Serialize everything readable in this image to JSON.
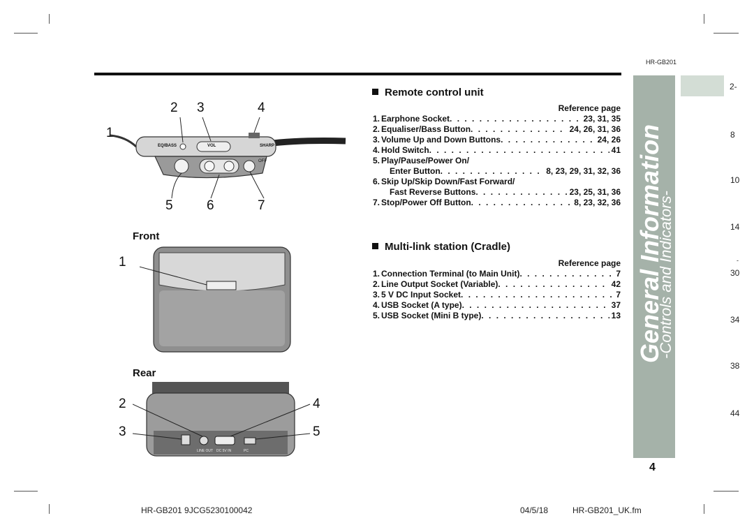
{
  "header": {
    "model": "HR-GB201"
  },
  "remote_section": {
    "title": "Remote control unit",
    "ref_heading": "Reference page",
    "items": [
      {
        "num": "1.",
        "label": "Earphone Socket",
        "pages": "23, 31, 35"
      },
      {
        "num": "2.",
        "label": "Equaliser/Bass Button",
        "pages": "24, 26, 31, 36"
      },
      {
        "num": "3.",
        "label": "Volume Up and Down Buttons",
        "pages": "24, 26"
      },
      {
        "num": "4.",
        "label": "Hold Switch",
        "pages": "41"
      },
      {
        "num": "5.",
        "label": "Play/Pause/Power On/",
        "pages": ""
      },
      {
        "num": "",
        "label": "Enter Button",
        "pages": "8, 23, 29, 31, 32, 36"
      },
      {
        "num": "6.",
        "label": "Skip Up/Skip Down/Fast Forward/",
        "pages": ""
      },
      {
        "num": "",
        "label": "Fast Reverse Buttons",
        "pages": "23, 25, 31, 36"
      },
      {
        "num": "7.",
        "label": "Stop/Power Off Button",
        "pages": "8, 23, 32, 36"
      }
    ]
  },
  "cradle_section": {
    "title": "Multi-link station (Cradle)",
    "ref_heading": "Reference page",
    "items": [
      {
        "num": "1.",
        "label": "Connection Terminal (to Main Unit)",
        "pages": "7"
      },
      {
        "num": "2.",
        "label": "Line Output Socket (Variable)",
        "pages": "42"
      },
      {
        "num": "3.",
        "label": "5 V DC Input Socket",
        "pages": "7"
      },
      {
        "num": "4.",
        "label": "USB Socket (A type)",
        "pages": "37"
      },
      {
        "num": "5.",
        "label": "USB Socket (Mini B type)",
        "pages": "13"
      }
    ]
  },
  "remote_figure": {
    "callouts_top": [
      "2",
      "3",
      "4"
    ],
    "callout_left": "1",
    "callouts_bottom": [
      "5",
      "6",
      "7"
    ],
    "labels": {
      "eq": "EQ/BASS",
      "vol": "VOL",
      "brand": "SHARP",
      "off": "OFF"
    }
  },
  "front_figure": {
    "label": "Front",
    "callout": "1"
  },
  "rear_figure": {
    "label": "Rear",
    "callouts_left": [
      "2",
      "3"
    ],
    "callouts_right": [
      "4",
      "5"
    ],
    "port_labels": {
      "line_out": "LINE OUT",
      "dc_in": "DC 5V IN",
      "pc": "PC"
    }
  },
  "sidebar": {
    "title": "General Information",
    "subtitle": "-Controls and Indicators-",
    "tabs": [
      "2-",
      "8",
      "10",
      "14",
      "-",
      "30",
      "34",
      "38",
      "44"
    ],
    "accent_color": "#a5b2a9"
  },
  "page_number": "4",
  "footer": {
    "doc_code": "HR-GB201 9JCG5230100042",
    "date": "04/5/18",
    "file": "HR-GB201_UK.fm"
  }
}
